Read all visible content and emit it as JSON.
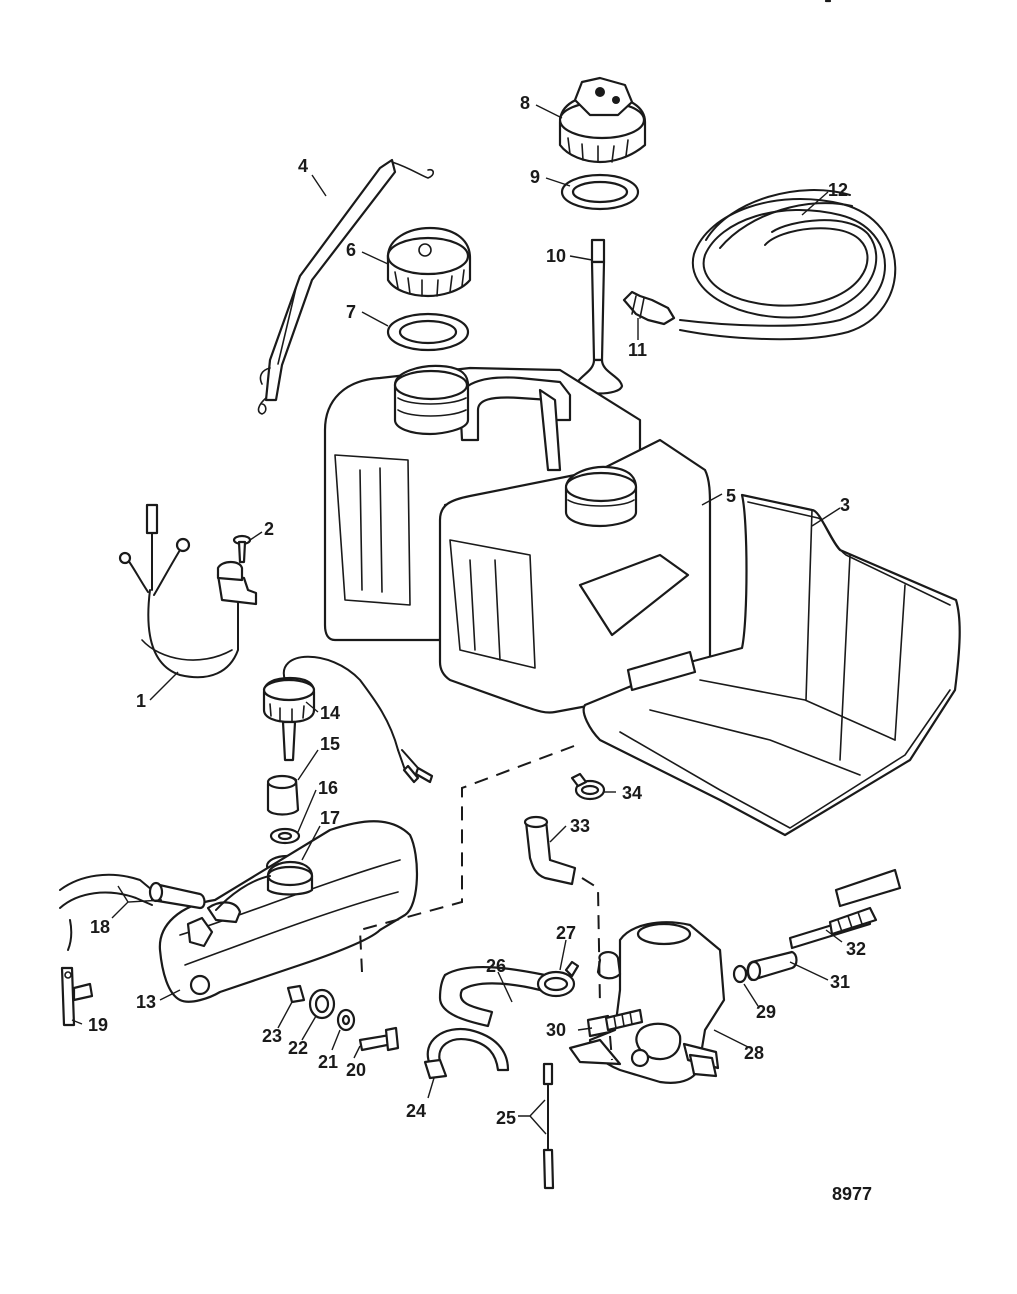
{
  "figure_number": "8977",
  "callouts": [
    {
      "id": "1",
      "label": "1"
    },
    {
      "id": "2",
      "label": "2"
    },
    {
      "id": "3",
      "label": "3"
    },
    {
      "id": "4",
      "label": "4"
    },
    {
      "id": "5",
      "label": "5"
    },
    {
      "id": "6",
      "label": "6"
    },
    {
      "id": "7",
      "label": "7"
    },
    {
      "id": "8",
      "label": "8"
    },
    {
      "id": "9",
      "label": "9"
    },
    {
      "id": "10",
      "label": "10"
    },
    {
      "id": "11",
      "label": "11"
    },
    {
      "id": "12",
      "label": "12"
    },
    {
      "id": "13",
      "label": "13"
    },
    {
      "id": "14",
      "label": "14"
    },
    {
      "id": "15",
      "label": "15"
    },
    {
      "id": "16",
      "label": "16"
    },
    {
      "id": "17",
      "label": "17"
    },
    {
      "id": "18",
      "label": "18"
    },
    {
      "id": "19",
      "label": "19"
    },
    {
      "id": "20",
      "label": "20"
    },
    {
      "id": "21",
      "label": "21"
    },
    {
      "id": "22",
      "label": "22"
    },
    {
      "id": "23",
      "label": "23"
    },
    {
      "id": "24",
      "label": "24"
    },
    {
      "id": "25",
      "label": "25"
    },
    {
      "id": "26",
      "label": "26"
    },
    {
      "id": "27",
      "label": "27"
    },
    {
      "id": "28",
      "label": "28"
    },
    {
      "id": "29",
      "label": "29"
    },
    {
      "id": "30",
      "label": "30"
    },
    {
      "id": "31",
      "label": "31"
    },
    {
      "id": "32",
      "label": "32"
    },
    {
      "id": "33",
      "label": "33"
    },
    {
      "id": "34",
      "label": "34"
    }
  ]
}
